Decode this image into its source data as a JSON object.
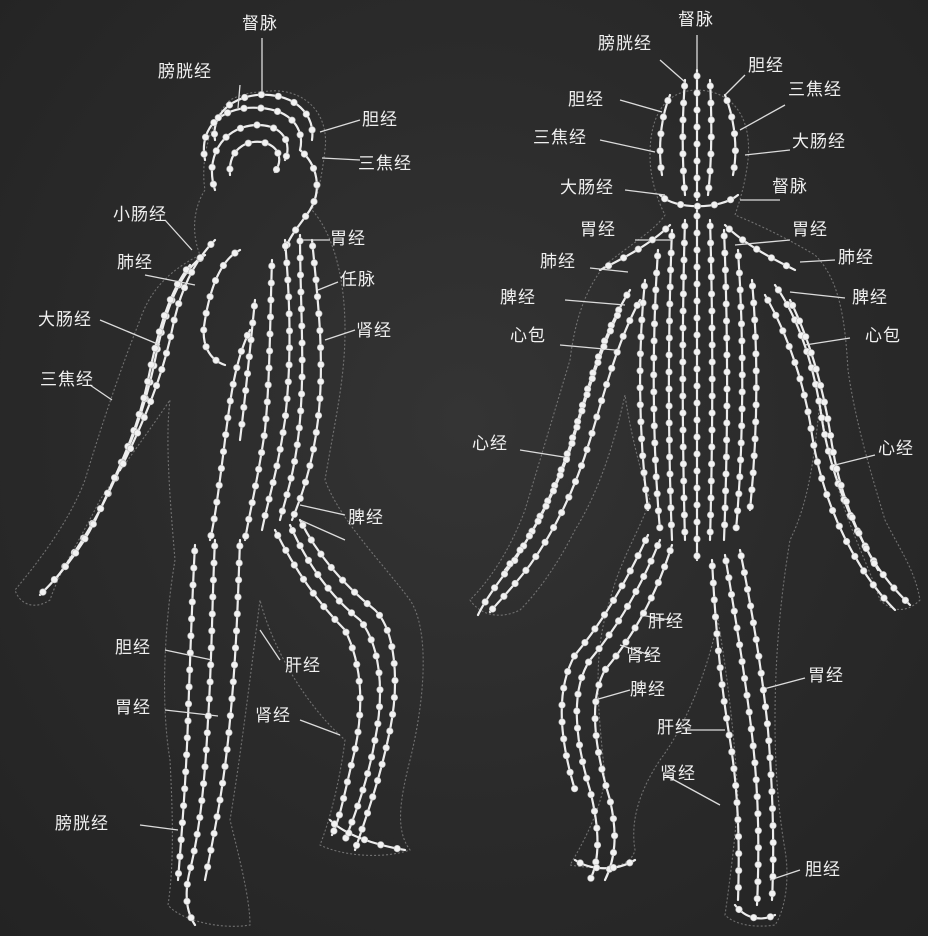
{
  "front_figure": {
    "labels": {
      "du_mai": "督脉",
      "pangguang_top": "膀胱经",
      "dan_head": "胆经",
      "sanjiao_head": "三焦经",
      "xiaochang": "小肠经",
      "fei": "肺经",
      "wei_neck": "胃经",
      "ren_mai": "任脉",
      "shen_chest": "肾经",
      "dachang": "大肠经",
      "sanjiao_arm": "三焦经",
      "pi": "脾经",
      "dan_leg": "胆经",
      "gan": "肝经",
      "wei_leg": "胃经",
      "shen_leg": "肾经",
      "pangguang_foot": "膀胱经"
    }
  },
  "back_figure": {
    "labels": {
      "du_mai_top": "督脉",
      "pangguang": "膀胱经",
      "dan_right": "胆经",
      "dan_left": "胆经",
      "sanjiao_right": "三焦经",
      "sanjiao_left": "三焦经",
      "dachang_right": "大肠经",
      "dachang_left": "大肠经",
      "du_mai_neck": "督脉",
      "wei_left": "胃经",
      "wei_right": "胃经",
      "fei_left": "肺经",
      "fei_right": "肺经",
      "pi_left": "脾经",
      "pi_right": "脾经",
      "xinbao_left": "心包",
      "xinbao_right": "心包",
      "xin_left": "心经",
      "xin_right": "心经",
      "gan_back": "肝经",
      "shen_back": "肾经",
      "pi_leg": "脾经",
      "wei_leg": "胃经",
      "gan_leg": "肝经",
      "shen_leg": "肾经",
      "dan_foot": "胆经"
    }
  }
}
